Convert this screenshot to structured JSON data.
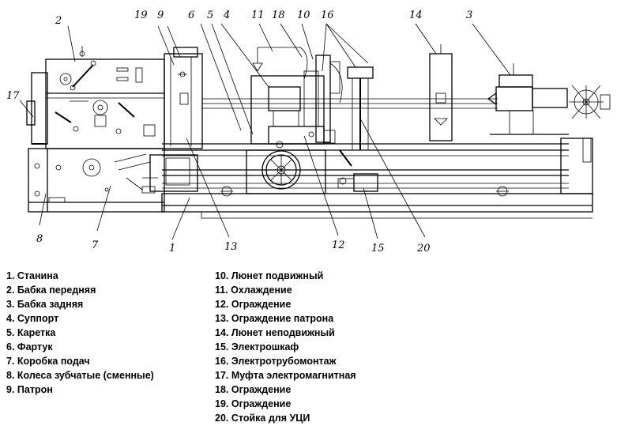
{
  "diagram": {
    "callouts": [
      "1",
      "2",
      "3",
      "4",
      "5",
      "6",
      "7",
      "8",
      "9",
      "10",
      "11",
      "12",
      "13",
      "14",
      "15",
      "16",
      "17",
      "18",
      "19",
      "20"
    ]
  },
  "legend": {
    "left": [
      "1. Станина",
      "2. Бабка передняя",
      "3. Бабка задняя",
      "4. Суппорт",
      "5. Каретка",
      "6. Фартук",
      "7. Коробка подач",
      "8. Колеса зубчатые (сменные)",
      "9. Патрон"
    ],
    "right": [
      "10. Люнет подвижный",
      "11. Охлаждение",
      "12. Ограждение",
      "13. Ограждение патрона",
      "14. Люнет неподвижный",
      "15. Электрошкаф",
      "16. Электротрубомонтаж",
      "17. Муфта электромагнитная",
      "18. Ограждение",
      "19. Ограждение",
      "20. Стойка для УЦИ"
    ]
  }
}
